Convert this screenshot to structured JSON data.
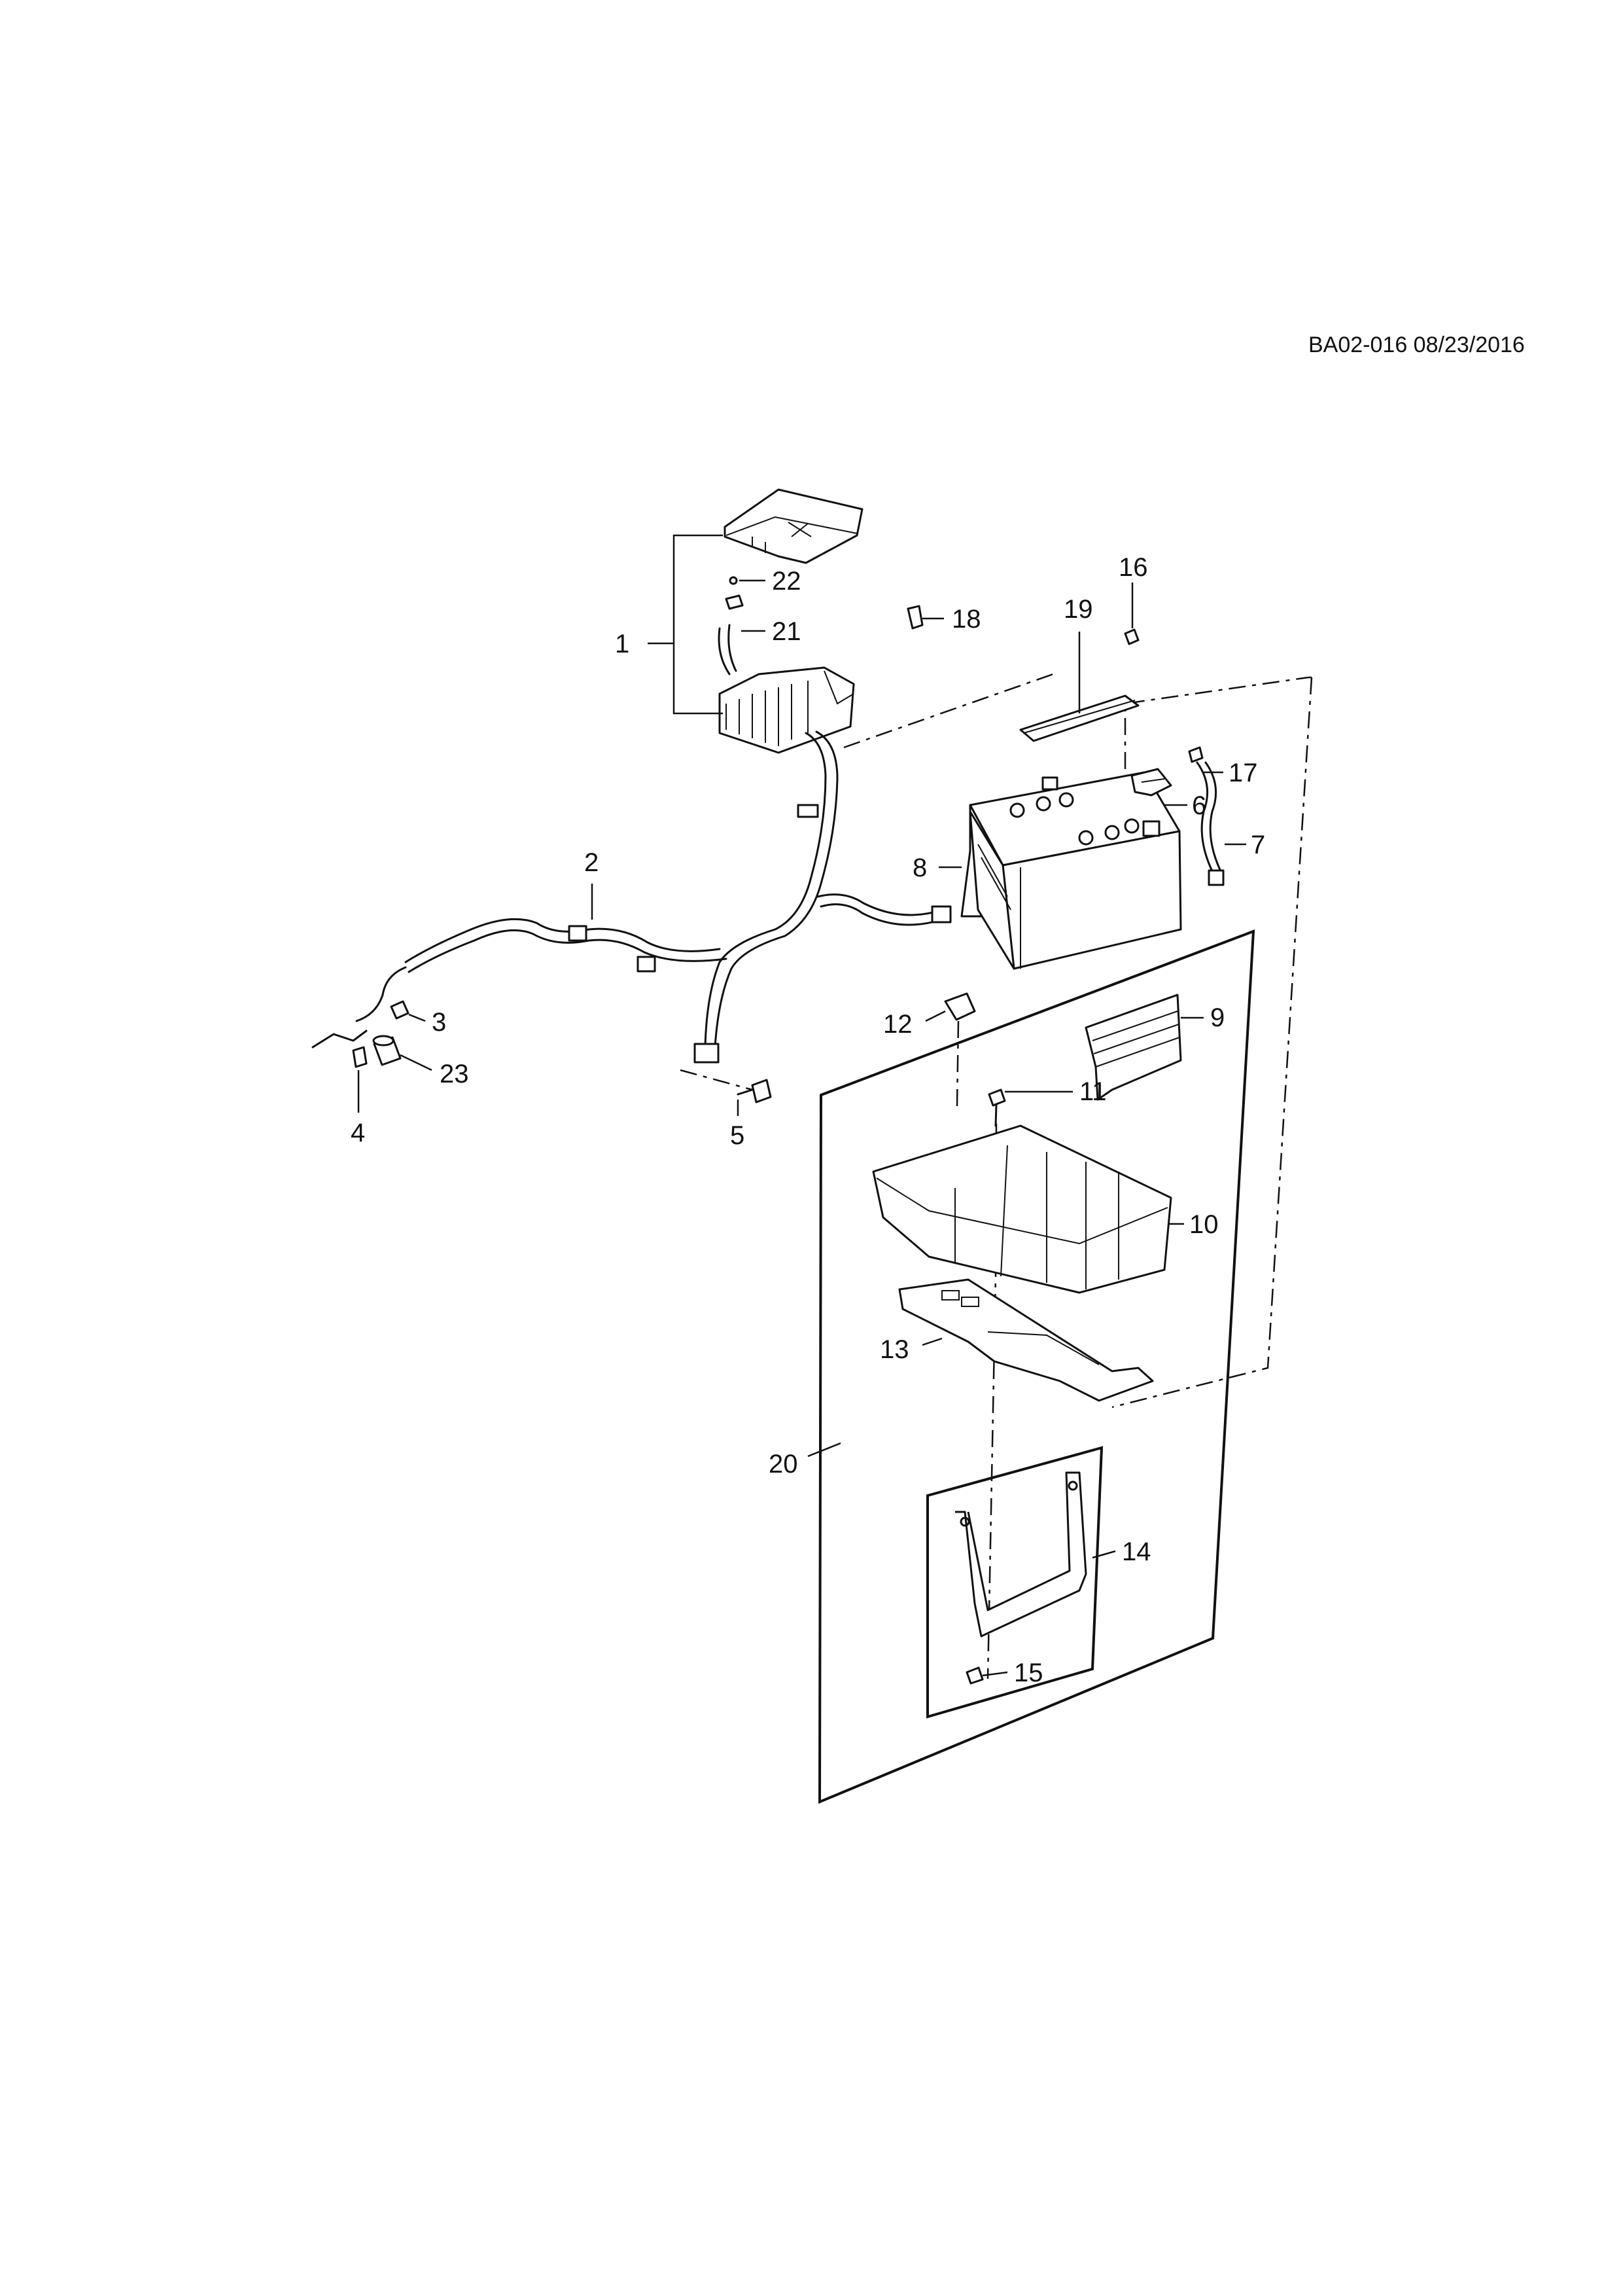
{
  "header": {
    "drawing_code": "BA02-016 08/23/2016"
  },
  "callouts": {
    "c1": "1",
    "c2": "2",
    "c3": "3",
    "c4": "4",
    "c5": "5",
    "c6": "6",
    "c7": "7",
    "c8": "8",
    "c9": "9",
    "c10": "10",
    "c11": "11",
    "c12": "12",
    "c13": "13",
    "c14": "14",
    "c15": "15",
    "c16": "16",
    "c17": "17",
    "c18": "18",
    "c19": "19",
    "c20": "20",
    "c21": "21",
    "c22": "22",
    "c23": "23"
  }
}
